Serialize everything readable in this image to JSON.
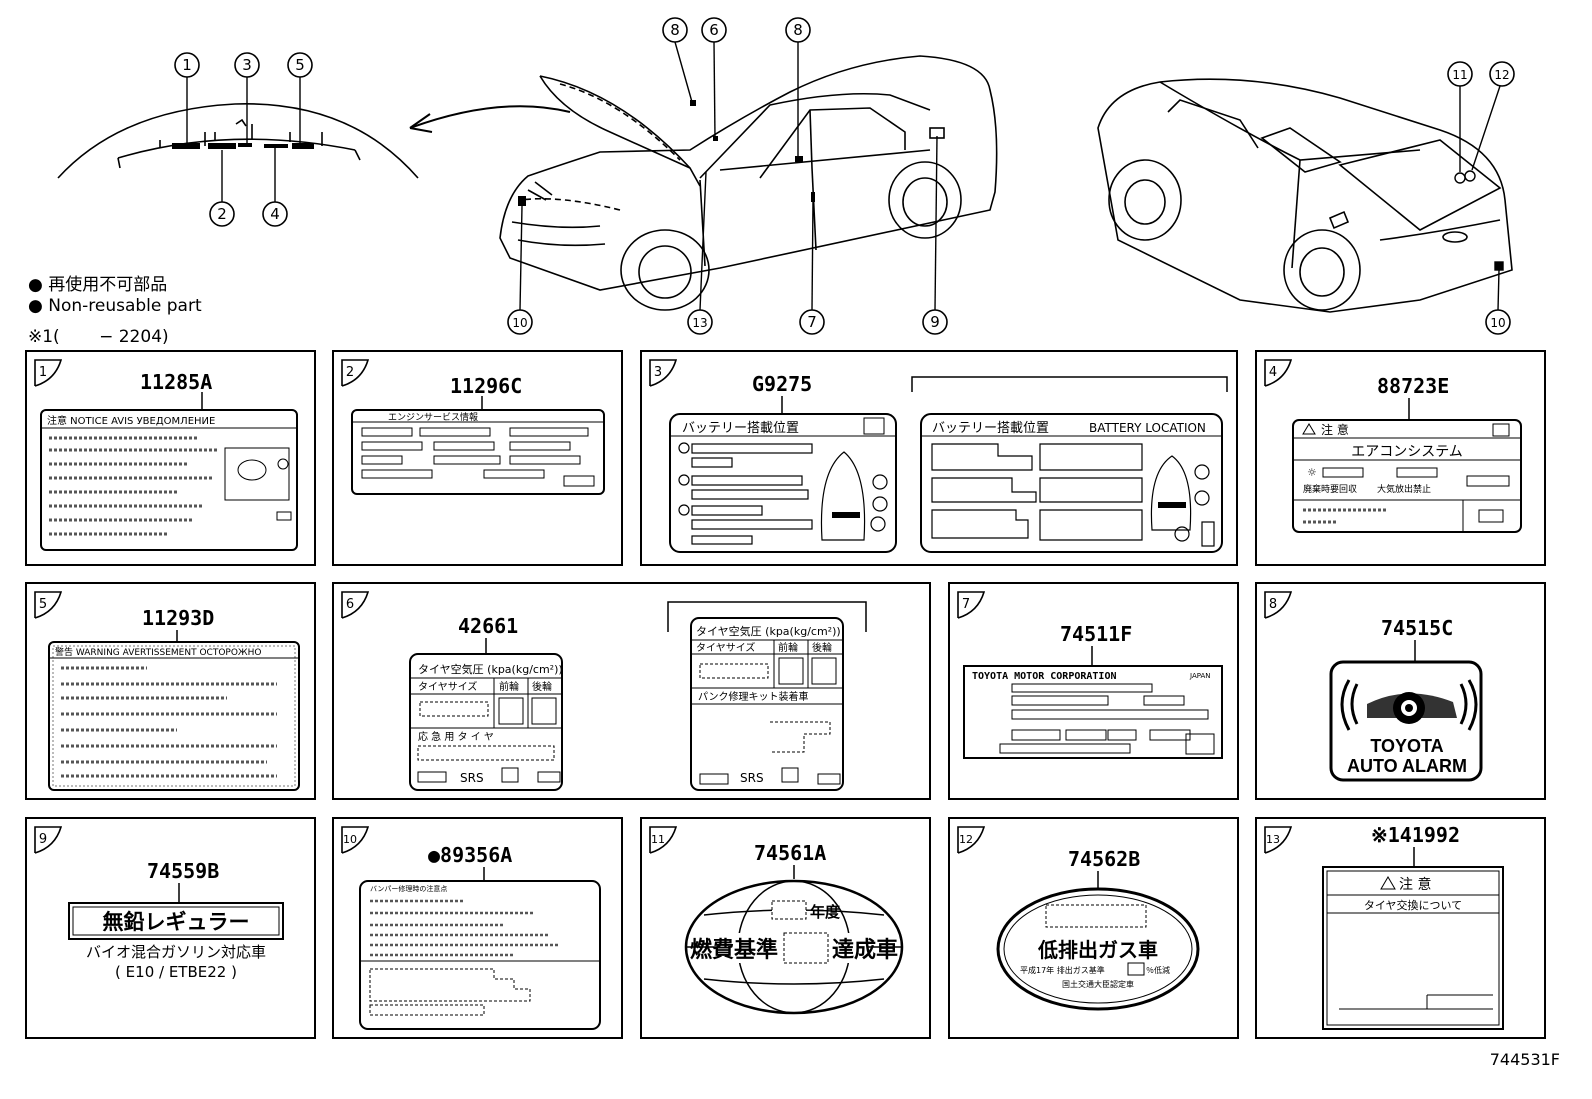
{
  "legend": {
    "line1": "● 再使用不可部品",
    "line2": "● Non-reusable part",
    "line3": "※1(　　 − 2204)"
  },
  "diagram_code": "744531F",
  "callouts": [
    "1",
    "2",
    "3",
    "4",
    "5",
    "6",
    "7",
    "8",
    "9",
    "10",
    "11",
    "12",
    "13"
  ],
  "cells": [
    {
      "num": "1",
      "part": "11285A",
      "text": "注意 NOTICE AVIS УВЕДОМЛЕНИЕ"
    },
    {
      "num": "2",
      "part": "11296C",
      "text": "エンジンサービス情報"
    },
    {
      "num": "3",
      "part": "G9275",
      "text": "バッテリー搭載位置",
      "text2": "バッテリー搭載位置",
      "text3": "BATTERY LOCATION"
    },
    {
      "num": "4",
      "part": "88723E",
      "text": "注 意",
      "text2": "エアコンシステム",
      "text3": "廃棄時要回収",
      "text4": "大気放出禁止"
    },
    {
      "num": "5",
      "part": "11293D",
      "text": "警告 WARNING AVERTISSEMENT ОСТОРОЖНО"
    },
    {
      "num": "6",
      "part": "42661",
      "text": "タイヤ空気圧 (kpa(kg/cm²))",
      "text2": "タイヤサイズ",
      "text3": "前輪",
      "text4": "後輪",
      "text5": "応 急 用 タ イ ヤ",
      "text6": "SRS",
      "text7": "タイヤ空気圧 (kpa(kg/cm²))",
      "text8": "タイヤサイズ",
      "text9": "前輪",
      "text10": "後輪",
      "text11": "パンク修理キット装着車",
      "text12": "SRS"
    },
    {
      "num": "7",
      "part": "74511F",
      "text": "TOYOTA MOTOR CORPORATION",
      "text2": "JAPAN"
    },
    {
      "num": "8",
      "part": "74515C",
      "text": "TOYOTA",
      "text2": "AUTO ALARM"
    },
    {
      "num": "9",
      "part": "74559B",
      "text": "無鉛レギュラー",
      "text2": "バイオ混合ガソリン対応車",
      "text3": "( E10 / ETBE22 )"
    },
    {
      "num": "10",
      "part": "●89356A",
      "text": "バンパー修理時の注意点"
    },
    {
      "num": "11",
      "part": "74561A",
      "text": "年度",
      "text2": "燃費基準",
      "text3": "達成車"
    },
    {
      "num": "12",
      "part": "74562B",
      "text": "低排出ガス車",
      "text2": "平成17年 排出ガス基準",
      "text3": "％低減",
      "text4": "国土交通大臣認定車"
    },
    {
      "num": "13",
      "part": "※141992",
      "text": "注 意",
      "text2": "タイヤ交換について"
    }
  ]
}
